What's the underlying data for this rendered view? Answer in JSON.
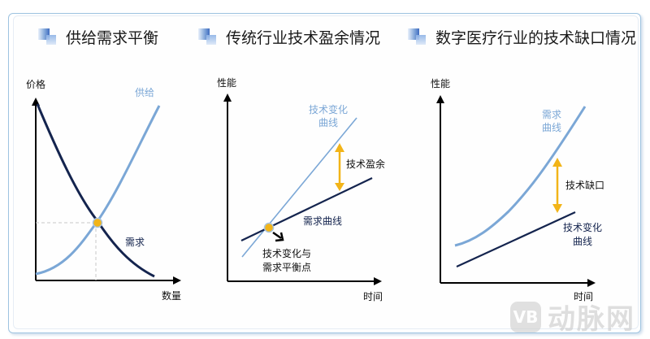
{
  "panels": [
    {
      "title": "供给需求平衡",
      "y_label": "价格",
      "x_label": "数量",
      "curves": [
        {
          "label": "供给",
          "color": "#7ba7d6"
        },
        {
          "label": "需求",
          "color": "#14244e"
        }
      ],
      "equilibrium_color": "#f2b418"
    },
    {
      "title": "传统行业技术盈余情况",
      "y_label": "性能",
      "x_label": "时间",
      "curves": [
        {
          "label_line1": "技术变化",
          "label_line2": "曲线",
          "color": "#7ba7d6"
        },
        {
          "label": "需求曲线",
          "color": "#14244e"
        }
      ],
      "gap_label": "技术盈余",
      "point_label_line1": "技术变化与",
      "point_label_line2": "需求平衡点"
    },
    {
      "title": "数字医疗行业的技术缺口情况",
      "y_label": "性能",
      "x_label": "时间",
      "curves": [
        {
          "label_line1": "需求",
          "label_line2": "曲线",
          "color": "#7ba7d6"
        },
        {
          "label_line1": "技术变化",
          "label_line2": "曲线",
          "color": "#14244e"
        }
      ],
      "gap_label": "技术缺口"
    }
  ],
  "colors": {
    "light_curve": "#7ba7d6",
    "dark_curve": "#14244e",
    "gap_arrow": "#f2b418",
    "axis": "#000000"
  },
  "watermark": {
    "logo": "VB",
    "text": "动脉网"
  }
}
